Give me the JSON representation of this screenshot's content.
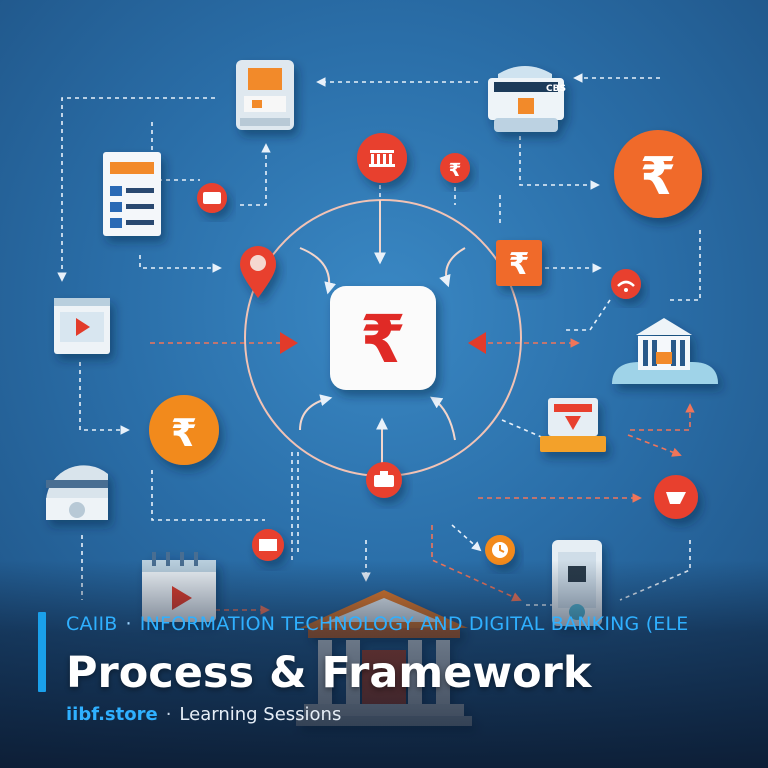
{
  "header": {
    "course": "CAIIB",
    "separator": "·",
    "subject": "INFORMATION TECHNOLOGY AND DIGITAL BANKING (ELE"
  },
  "title": "Process & Framework",
  "footer": {
    "site": "iibf.store",
    "separator": "·",
    "tagline": "Learning Sessions"
  },
  "art": {
    "cbs_label": "CBS",
    "rupee_symbol": "₹"
  },
  "colors": {
    "accent_blue": "#1aa0ea",
    "rupee_orange": "#f06a2a",
    "rupee_red": "#e23b2a",
    "background_blue": "#2a6ea8"
  },
  "icons": [
    "rupee-tile-icon",
    "orange-rupee-coin-icon",
    "red-bank-coin-icon",
    "cbs-terminal-icon",
    "document-screen-icon",
    "checklist-document-icon",
    "video-browser-icon",
    "bank-building-icon",
    "location-pin-icon",
    "calendar-video-icon",
    "mobile-phone-icon",
    "security-dome-icon",
    "laptop-icon",
    "classical-bank-icon"
  ]
}
